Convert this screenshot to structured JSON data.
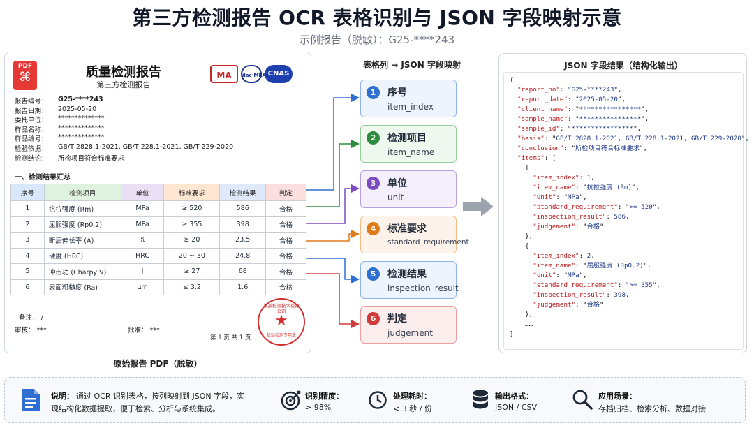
{
  "title": "第三方检测报告 OCR 表格识别与 JSON 字段映射示意",
  "subtitle": "示例报告（脱敏）：G25-****243",
  "report": {
    "pdf_badge": "PDF",
    "doc_title": "质量检测报告",
    "doc_subtitle": "第三方检测报告",
    "logos": {
      "cma": "MA",
      "ilac": "ilac·MRA",
      "cnas": "CNAS"
    },
    "meta": [
      {
        "key": "报告编号：",
        "value": "G25-****243"
      },
      {
        "key": "报告日期：",
        "value": "2025-05-20"
      },
      {
        "key": "委托单位：",
        "value": "**************"
      },
      {
        "key": "样品名称：",
        "value": "**************"
      },
      {
        "key": "样品编号：",
        "value": "**************"
      },
      {
        "key": "检验依据：",
        "value": "GB/T 2828.1-2021, GB/T 228.1-2021, GB/T 229-2020"
      },
      {
        "key": "检测结论：",
        "value": "所检项目符合标准要求"
      }
    ],
    "section_heading": "一、检测结果汇总",
    "table": {
      "headers": [
        "序号",
        "检测项目",
        "单位",
        "标准要求",
        "检测结果",
        "判定"
      ],
      "header_colors": [
        "#d9e7fb",
        "#dff1df",
        "#e9e0f6",
        "#fde6d2",
        "#dfe9fa",
        "#fbdede"
      ],
      "rows": [
        [
          "1",
          "抗拉强度 (Rm)",
          "MPa",
          "≥ 520",
          "586",
          "合格"
        ],
        [
          "2",
          "屈服强度 (Rp0.2)",
          "MPa",
          "≥ 355",
          "398",
          "合格"
        ],
        [
          "3",
          "断后伸长率 (A)",
          "%",
          "≥ 20",
          "23.5",
          "合格"
        ],
        [
          "4",
          "硬度 (HRC)",
          "HRC",
          "20 ~ 30",
          "24.8",
          "合格"
        ],
        [
          "5",
          "冲击功 (Charpy V)",
          "J",
          "≥ 27",
          "68",
          "合格"
        ],
        [
          "6",
          "表面粗糙度 (Ra)",
          "μm",
          "≤ 3.2",
          "1.6",
          "合格"
        ]
      ]
    },
    "remark": "备注： /",
    "reviewer": "审核： ***",
    "approver": "批准： ***",
    "page_number": "第 1 页 共 1 页",
    "stamp_ring": "某某检测技术有限公司",
    "stamp_bottom": "检验检测专用章",
    "caption": "原始报告 PDF（脱敏）"
  },
  "mapping": {
    "title": "表格列 → JSON 字段映射",
    "items": [
      {
        "num": "1",
        "cn": "序号",
        "en": "item_index",
        "color": "#2f6fd1",
        "bg": "#eef4fd",
        "border": "#8fb2e8"
      },
      {
        "num": "2",
        "cn": "检测项目",
        "en": "item_name",
        "color": "#2e8b3e",
        "bg": "#eef8ee",
        "border": "#94cf9c"
      },
      {
        "num": "3",
        "cn": "单位",
        "en": "unit",
        "color": "#7b4bbf",
        "bg": "#f4effb",
        "border": "#b9a1df"
      },
      {
        "num": "4",
        "cn": "标准要求",
        "en": "standard_requirement",
        "color": "#e07b1a",
        "bg": "#fdf3ea",
        "border": "#f1bb86"
      },
      {
        "num": "5",
        "cn": "检测结果",
        "en": "inspection_result",
        "color": "#2f6fd1",
        "bg": "#eef4fd",
        "border": "#8fb2e8"
      },
      {
        "num": "6",
        "cn": "判定",
        "en": "judgement",
        "color": "#d23b3b",
        "bg": "#fdeeee",
        "border": "#ec9d9d"
      }
    ]
  },
  "json_panel": {
    "title": "JSON 字段结果（结构化输出）",
    "report_no": "G25-****243",
    "report_date": "2025-05-20",
    "client_name": "****************",
    "sample_name": "****************",
    "sample_id": "****************",
    "basis": "GB/T 2828.1-2021, GB/T 228.1-2021, GB/T 229-2020",
    "conclusion": "所检项目符合标准要求",
    "items": [
      {
        "item_index": 1,
        "item_name": "抗拉强度 (Rm)",
        "unit": "MPa",
        "standard_requirement": ">= 520",
        "inspection_result": 586,
        "judgement": "合格"
      },
      {
        "item_index": 2,
        "item_name": "屈服强度 (Rp0.2)",
        "unit": "MPa",
        "standard_requirement": ">= 355",
        "inspection_result": 398,
        "judgement": "合格"
      }
    ],
    "ellipsis": "……"
  },
  "footer": {
    "note_label": "说明：",
    "note_text_1": "通过 OCR 识别表格，按列映射到 JSON 字段，实",
    "note_text_2": "现结构化数据提取，便于检索、分析与系统集成。",
    "accuracy_label": "识别精度：",
    "accuracy_value": "> 98%",
    "time_label": "处理耗时：",
    "time_value": "< 3 秒 / 份",
    "format_label": "输出格式：",
    "format_value": "JSON / CSV",
    "scenario_label": "应用场景：",
    "scenario_value": "存档归档、检索分析、数据对接",
    "icons": [
      "document-icon",
      "target-icon",
      "clock-icon",
      "database-icon",
      "magnifier-icon"
    ]
  }
}
